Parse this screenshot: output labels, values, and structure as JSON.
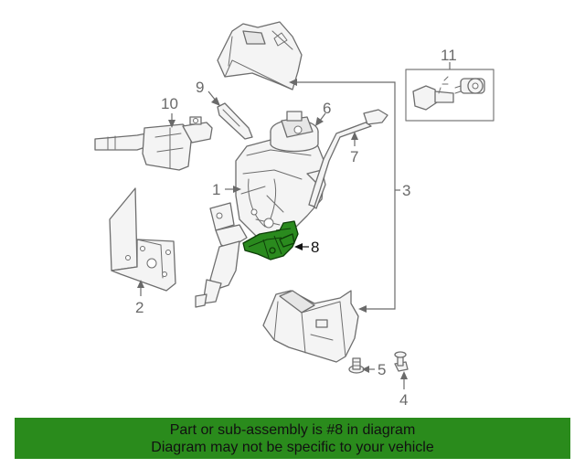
{
  "diagram": {
    "callouts": {
      "c1": "1",
      "c2": "2",
      "c3": "3",
      "c4": "4",
      "c5": "5",
      "c6": "6",
      "c7": "7",
      "c8": "8",
      "c9": "9",
      "c10": "10",
      "c11": "11"
    },
    "highlight_color": "#2a8a1e",
    "highlighted_part": "8"
  },
  "banner": {
    "line1": "Part or sub-assembly is #8 in diagram",
    "line2": "Diagram may not be specific to your vehicle",
    "background": "#2a8b1c"
  }
}
